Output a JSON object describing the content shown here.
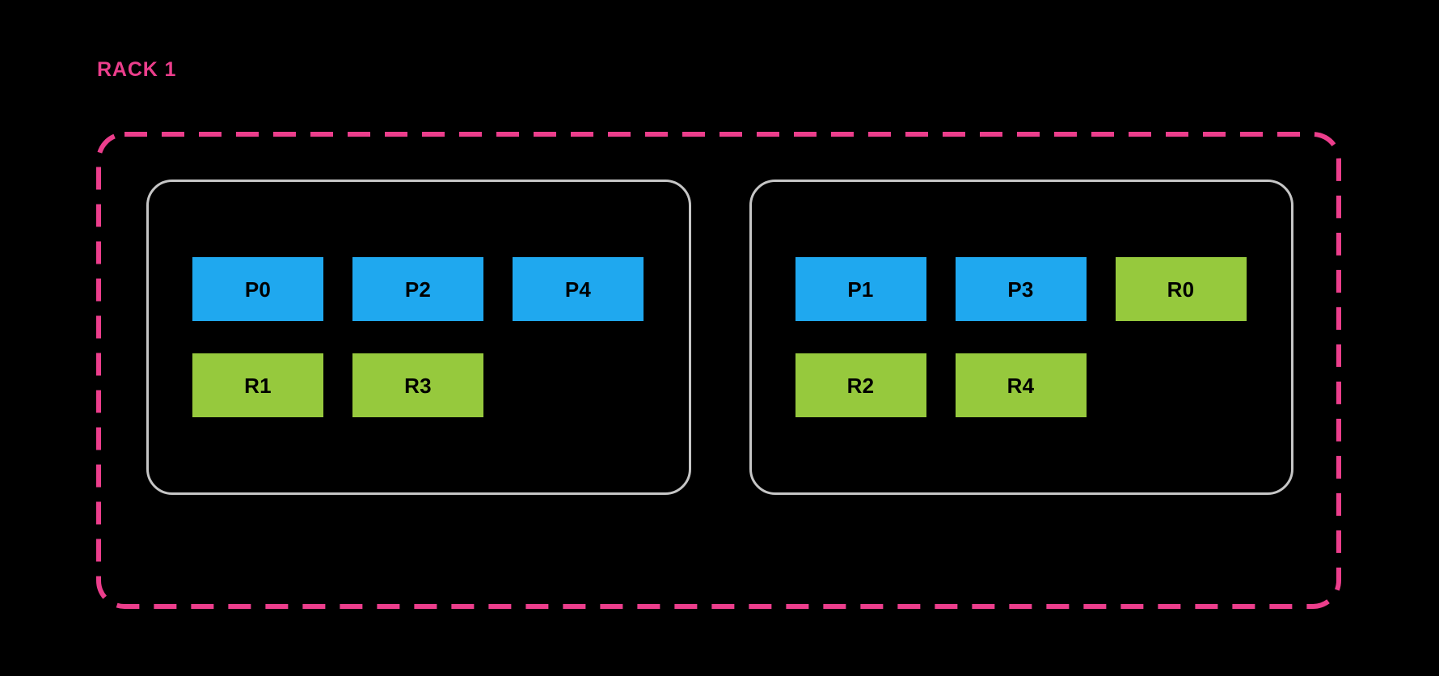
{
  "diagram": {
    "type": "rack-topology",
    "background_color": "#000000",
    "rack": {
      "label": "RACK 1",
      "label_color": "#EC3E8C",
      "border_color": "#EC3E8C",
      "border_style": "dashed",
      "nodes": [
        {
          "name": "node-left",
          "border_color": "#C6C6C6",
          "rows": [
            [
              {
                "label": "P0",
                "kind": "primary"
              },
              {
                "label": "P2",
                "kind": "primary"
              },
              {
                "label": "P4",
                "kind": "primary"
              }
            ],
            [
              {
                "label": "R1",
                "kind": "replica"
              },
              {
                "label": "R3",
                "kind": "replica"
              },
              {
                "label": "",
                "kind": "empty"
              }
            ]
          ]
        },
        {
          "name": "node-right",
          "border_color": "#C6C6C6",
          "rows": [
            [
              {
                "label": "P1",
                "kind": "primary"
              },
              {
                "label": "P3",
                "kind": "primary"
              },
              {
                "label": "R0",
                "kind": "replica"
              }
            ],
            [
              {
                "label": "R2",
                "kind": "replica"
              },
              {
                "label": "R4",
                "kind": "replica"
              },
              {
                "label": "",
                "kind": "empty"
              }
            ]
          ]
        }
      ]
    },
    "colors": {
      "primary_shard": "#1FA8EF",
      "replica_shard": "#96C93D",
      "node_border": "#C6C6C6",
      "rack_accent": "#EC3E8C",
      "shard_text": "#000000",
      "background": "#000000"
    }
  }
}
